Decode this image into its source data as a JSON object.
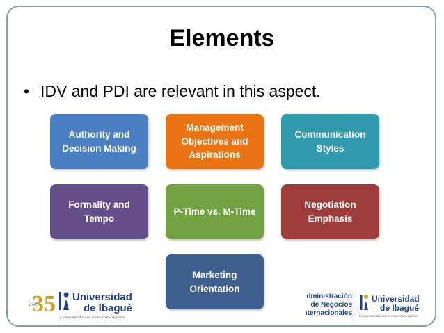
{
  "title": "Elements",
  "bullet": {
    "marker": "•",
    "text": "IDV and PDI are relevant in this aspect."
  },
  "boxes": [
    {
      "label": "Authority and Decision Making"
    },
    {
      "label": "Management Objectives and Aspirations"
    },
    {
      "label": "Communication Styles"
    },
    {
      "label": "Formality and Tempo"
    },
    {
      "label": "P-Time vs. M-Time"
    },
    {
      "label": "Negotiation Emphasis"
    },
    {
      "label": "Marketing Orientation"
    }
  ],
  "colors": {
    "authority": "#4a7fc3",
    "management": "#ea7414",
    "communication": "#2f9aae",
    "formality": "#63508a",
    "ptime": "#73a040",
    "negotiation": "#9e3b3b",
    "marketing": "#3f5f8e"
  },
  "logo_left": {
    "number": "35",
    "years": "años",
    "name1": "Universidad",
    "name2": "de Ibagué",
    "tagline": "Comprometidos con el desarrollo regional"
  },
  "logo_right": {
    "line1": "Administración",
    "line2": "de Negocios",
    "line3": "Internacionales",
    "name1": "Universidad",
    "name2": "de Ibagué",
    "tagline": "Comprometidos con el desarrollo regional"
  }
}
